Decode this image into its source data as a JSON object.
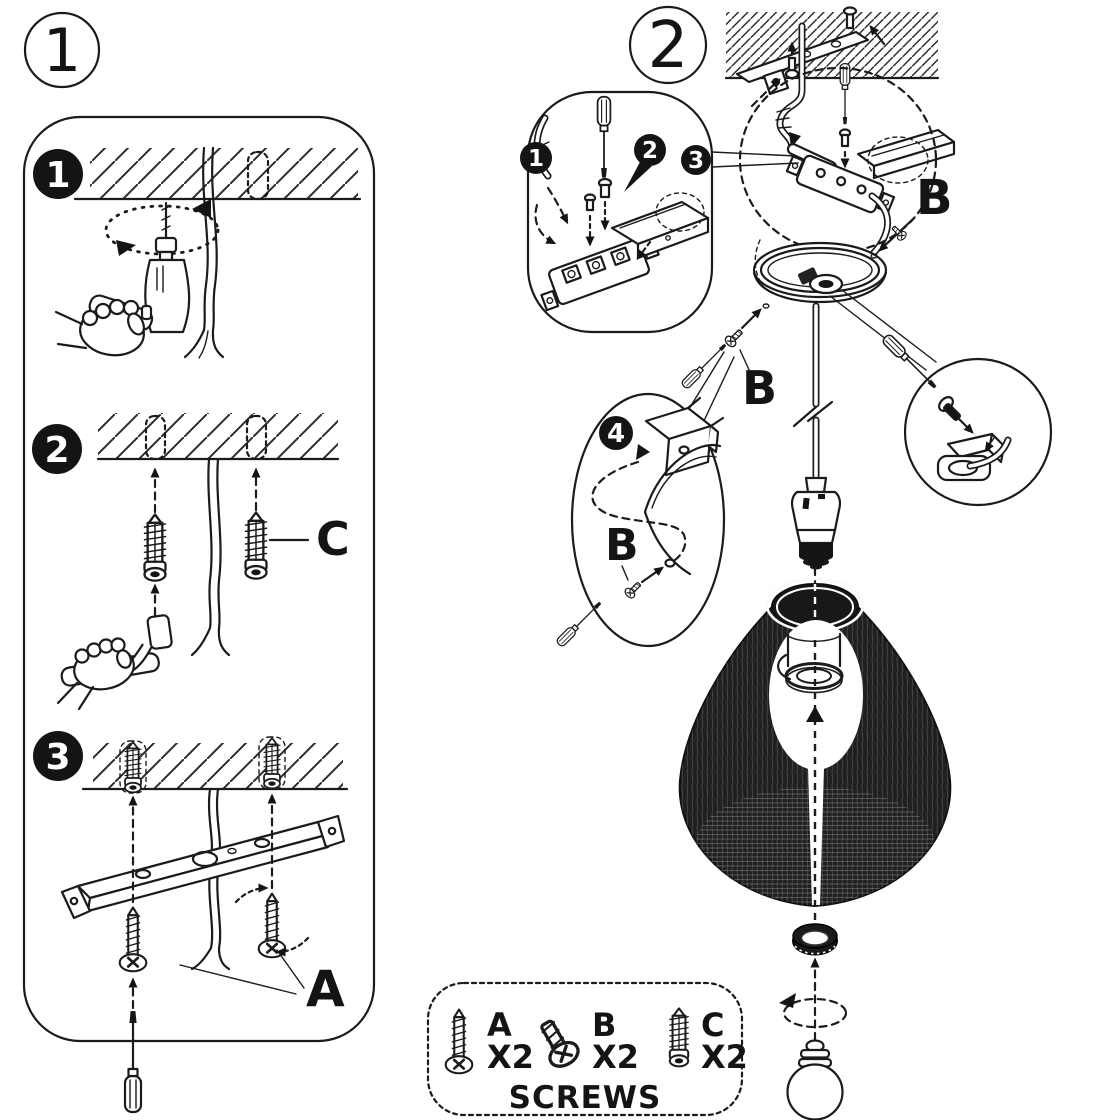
{
  "palette": {
    "ink": "#1b1b1b",
    "paper": "#ffffff",
    "shade_fill": "#202020",
    "badge_fill": "#141414"
  },
  "section1": {
    "number": "1",
    "steps": [
      {
        "badge": "1"
      },
      {
        "badge": "2"
      },
      {
        "badge": "3"
      }
    ],
    "labels": {
      "anchor": "C",
      "screw": "A"
    }
  },
  "section2": {
    "number": "2",
    "inset_badges": [
      "1",
      "2",
      "3"
    ],
    "step4_badge": "4",
    "labels": {
      "canopy_screw_top": "B",
      "canopy_screw_mid": "B",
      "bracket_screw": "B"
    }
  },
  "legend": {
    "title": "SCREWS",
    "items": [
      {
        "id": "A",
        "qty": "X2"
      },
      {
        "id": "B",
        "qty": "X2"
      },
      {
        "id": "C",
        "qty": "X2"
      }
    ]
  }
}
